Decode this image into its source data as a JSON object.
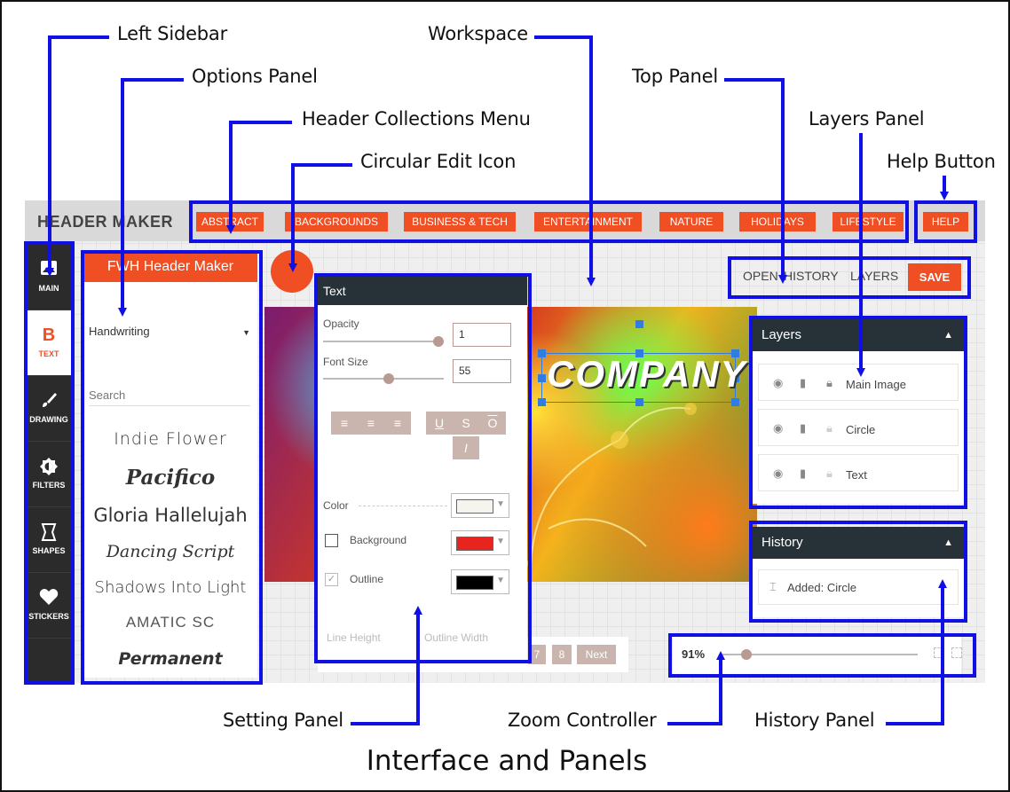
{
  "callouts": {
    "left_sidebar": "Left Sidebar",
    "options_panel": "Options Panel",
    "header_collections_menu": "Header Collections Menu",
    "circular_edit_icon": "Circular Edit Icon",
    "workspace": "Workspace",
    "top_panel": "Top Panel",
    "layers_panel": "Layers Panel",
    "help_button": "Help Button",
    "setting_panel": "Setting Panel",
    "zoom_controller": "Zoom Controller",
    "history_panel": "History Panel"
  },
  "page_title": "Interface and Panels",
  "app": {
    "title": "HEADER MAKER"
  },
  "collections": [
    "ABSTRACT",
    "BACKGROUNDS",
    "BUSINESS & TECH",
    "ENTERTAINMENT",
    "NATURE",
    "HOLIDAYS",
    "LIFESTYLE"
  ],
  "help_label": "HELP",
  "sidebar": {
    "items": [
      {
        "label": "MAIN",
        "icon": "image-icon"
      },
      {
        "label": "TEXT",
        "icon": "bold-b-icon",
        "glyph": "B"
      },
      {
        "label": "DRAWING",
        "icon": "brush-icon"
      },
      {
        "label": "FILTERS",
        "icon": "brightness-icon"
      },
      {
        "label": "SHAPES",
        "icon": "shape-icon"
      },
      {
        "label": "STICKERS",
        "icon": "heart-icon"
      }
    ]
  },
  "options": {
    "header": "FWH Header Maker",
    "font_category": "Handwriting",
    "search_placeholder": "Search",
    "fonts": [
      "Indie Flower",
      "Pacifico",
      "Gloria Hallelujah",
      "Dancing Script",
      "Shadows Into Light",
      "AMATIC SC",
      "Permanent"
    ]
  },
  "canvas": {
    "text": "COMPANY"
  },
  "settings": {
    "header": "Text",
    "opacity_label": "Opacity",
    "opacity_value": "1",
    "opacity_level": 1.0,
    "font_size_label": "Font Size",
    "font_size_value": "55",
    "font_size_level": 0.55,
    "style_buttons": {
      "underline": "U",
      "strike": "S",
      "overline": "O",
      "italic": "I"
    },
    "color_label": "Color",
    "color_value": "#f5f5ee",
    "background_label": "Background",
    "background_value": "#e8241e",
    "background_checked": false,
    "outline_label": "Outline",
    "outline_value": "#000000",
    "outline_checked": true,
    "line_height_label": "Line Height",
    "outline_width_label": "Outline Width"
  },
  "pagination": {
    "pages": [
      "7",
      "8"
    ],
    "next_label": "Next"
  },
  "top_panel": {
    "open": "OPEN",
    "history": "HISTORY",
    "layers": "LAYERS",
    "save": "SAVE"
  },
  "layers": {
    "header": "Layers",
    "items": [
      "Main Image",
      "Circle",
      "Text"
    ]
  },
  "history": {
    "header": "History",
    "items": [
      "Added: Circle"
    ]
  },
  "zoom": {
    "value": "91%",
    "level": 0.1
  },
  "colors": {
    "accent": "#f04e23",
    "dark_header": "#263238",
    "annotation": "#1010e6"
  }
}
